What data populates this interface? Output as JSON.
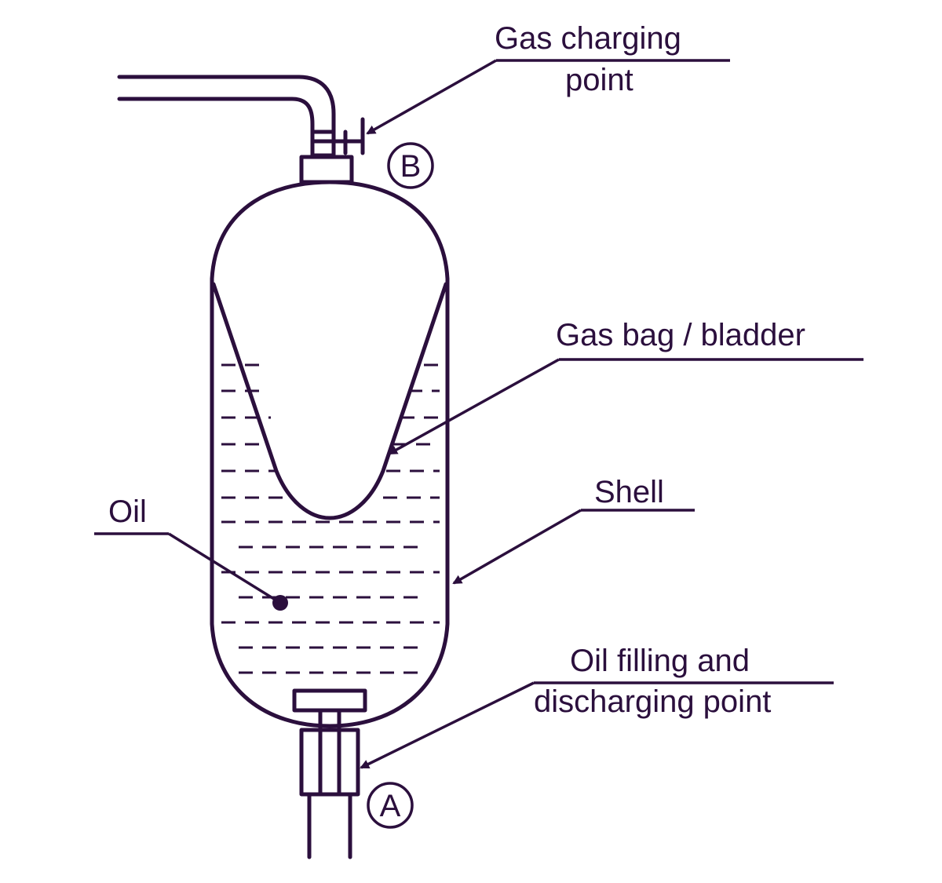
{
  "labels": {
    "gas_charging_line1": "Gas charging",
    "gas_charging_line2": "point",
    "gas_bag": "Gas bag / bladder",
    "shell": "Shell",
    "oil": "Oil",
    "oil_filling_line1": "Oil filling and",
    "oil_filling_line2": "discharging point",
    "marker_b": "B",
    "marker_a": "A"
  },
  "colors": {
    "ink": "#2b0f3d",
    "background": "#ffffff"
  }
}
